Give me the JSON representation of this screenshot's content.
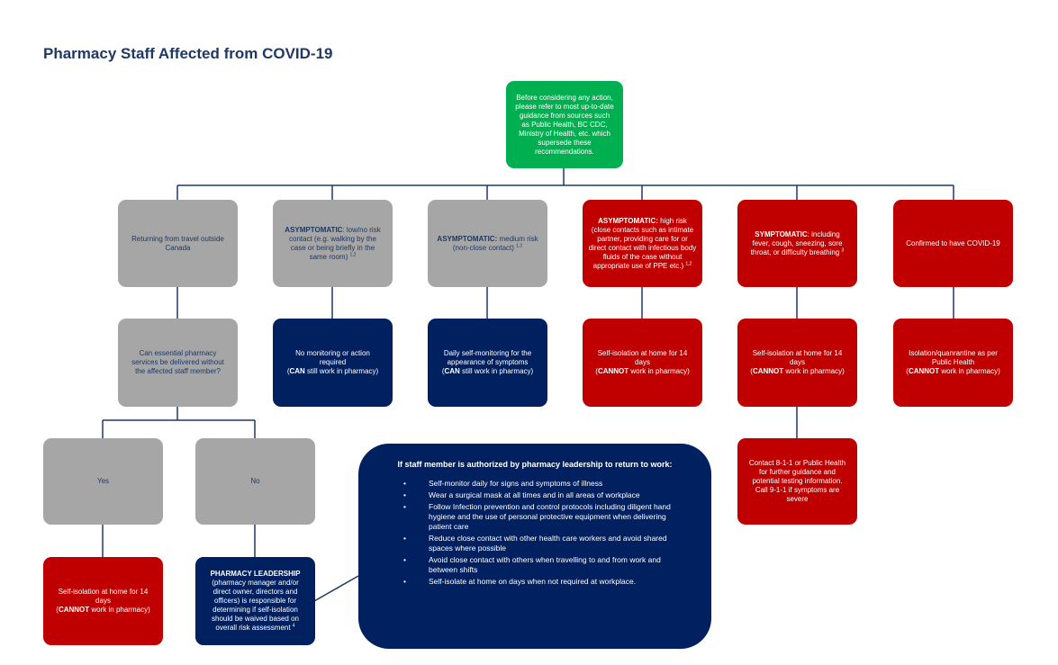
{
  "title": "Pharmacy Staff Affected from COVID-19",
  "top_box": "Before considering any action, please refer to most up-to-date guidance from sources such as Public Health, BC CDC, Ministry of Health, etc. which supersede these recommendations.",
  "travel": {
    "text": "Returning from travel outside Canada"
  },
  "low_risk": {
    "bold": "ASYMPTOMATIC",
    "text": ": low/no risk contact (e.g. walking by the case or being briefly in the same room) ",
    "sup": "1,2"
  },
  "medium_risk": {
    "bold": "ASYMPTOMATIC:",
    "text": " medium risk (non-close contact) ",
    "sup": "1,2"
  },
  "high_risk": {
    "bold": "ASYMPTOMATIC:",
    "text": " high risk (close contacts such as intimate partner, providing care for or direct contact with infectious body fluids of the case without appropriate use of PPE etc.) ",
    "sup": "1,2"
  },
  "symptomatic": {
    "bold": "SYMPTOMATIC",
    "text": ": including fever, cough, sneezing, sore throat, or difficulty breathing ",
    "sup": "3"
  },
  "confirmed": {
    "text": "Confirmed to have COVID-19"
  },
  "essential": {
    "text": "Can essential pharmacy services be delivered without the affected staff member?"
  },
  "no_monitoring": {
    "line1": "No monitoring or action required",
    "open": "(",
    "bold": "CAN",
    "rest": " still work in pharmacy)"
  },
  "daily_monitoring": {
    "line1": "Daily self-monitoring for the appearance of symptoms",
    "open": "(",
    "bold": "CAN",
    "rest": " still work in pharmacy)"
  },
  "isolation_high": {
    "line1": "Self-isolation at home for 14 days",
    "open": "(",
    "bold": "CANNOT",
    "rest": " work in pharmacy)"
  },
  "isolation_symptomatic": {
    "line1": "Self-isolation at home for 14 days",
    "open": "(",
    "bold": "CANNOT",
    "rest": " work in pharmacy)"
  },
  "isolation_confirmed": {
    "line1": "Isolation/quanrantine as per Public Health",
    "open": "(",
    "bold": "CANNOT",
    "rest": " work in pharmacy)"
  },
  "contact_811": {
    "text": "Contact 8-1-1 or Public Health for further guidance and potential testing information. Call 9-1-1 if symptoms are severe"
  },
  "yes": {
    "text": "Yes"
  },
  "no": {
    "text": "No"
  },
  "isolation_yes": {
    "line1": "Self-isolation at home for 14 days",
    "open": "(",
    "bold": "CANNOT",
    "rest": " work in pharmacy)"
  },
  "leadership": {
    "bold": "PHARMACY LEADERSHIP",
    "text": "(pharmacy manager and/or direct owner, directors and officers) is responsible for determining if self-isolation should be waived based on overall risk assessment ",
    "sup": "4"
  },
  "return_to_work": {
    "heading": "If staff member is authorized by pharmacy leadership to return to work:",
    "bullet_glyph": "•",
    "items": [
      "Self-monitor daily for signs and symptoms of illness",
      "Wear a surgical mask at all times and in all areas of workplace",
      "Follow Infection prevention and control protocols including diligent hand hygiene and the use of personal protective equipment when delivering patient care",
      "Reduce close contact with other health care workers and avoid shared spaces where possible",
      "Avoid close contact with others when travelling to and from work and between shifts",
      "Self-isolate at home on days when not required at workplace."
    ]
  },
  "colors": {
    "green": "#00b050",
    "grey": "#a6a6a6",
    "navy": "#002060",
    "red": "#c00000",
    "connector": "#1f3864",
    "title": "#1f3864"
  }
}
